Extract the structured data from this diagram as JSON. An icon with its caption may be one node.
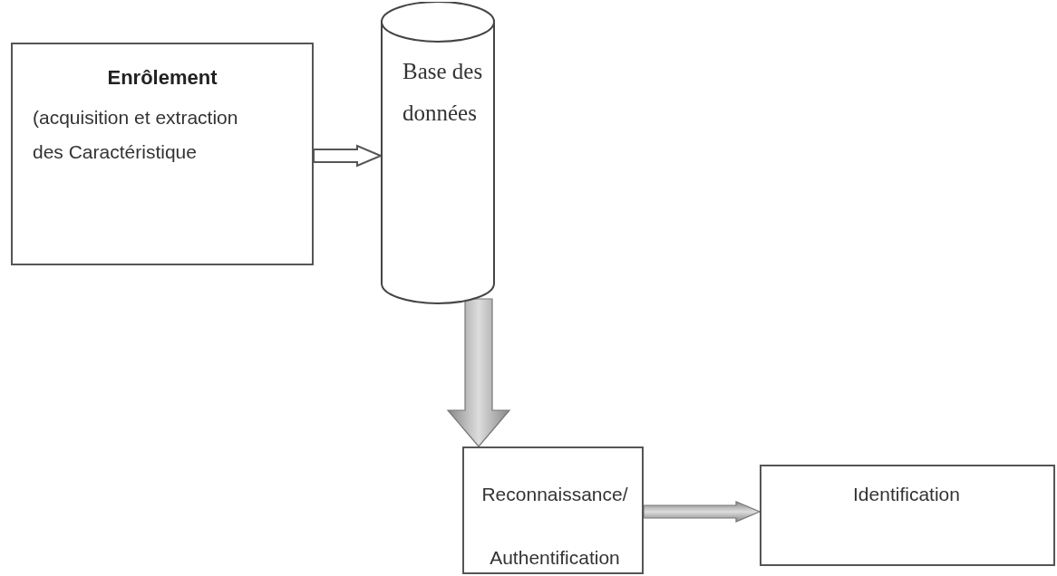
{
  "diagram": {
    "nodes": [
      {
        "text": [
          "Enrôlement",
          "(acquisition et extraction des Caractéristique"
        ]
      },
      {
        "text": [
          "Base des données"
        ]
      },
      {
        "text": [
          "Reconnaissance/ Authentification"
        ]
      },
      {
        "text": [
          "Identification"
        ]
      }
    ],
    "edges": [
      {
        "from": 0,
        "to": 1,
        "arrow": "to",
        "style": "thick",
        "color": "#ffffff"
      },
      {
        "from": 1,
        "to": 2,
        "arrow": "to",
        "style": "thick"
      },
      {
        "from": 2,
        "to": 3,
        "arrow": "to",
        "style": "thick"
      }
    ]
  }
}
